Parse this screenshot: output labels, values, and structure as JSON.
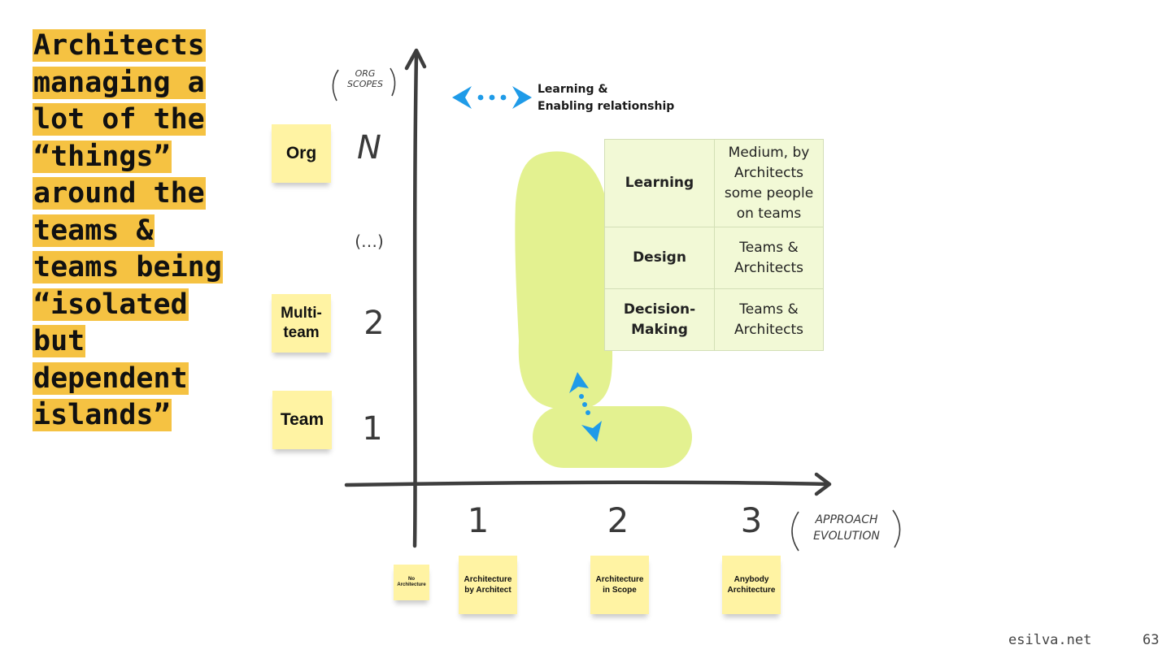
{
  "title": [
    "Architects",
    "managing a",
    "lot of the",
    "“things”",
    "around the",
    "teams &",
    "teams being",
    "“isolated",
    "but",
    "dependent",
    "islands”"
  ],
  "y_axis": {
    "label_lines": [
      "ORG",
      "SCOPES"
    ],
    "levels": [
      {
        "mark": "N",
        "sticky": "Org"
      },
      {
        "mark": "(…)",
        "sticky": ""
      },
      {
        "mark": "2",
        "sticky": "Multi-\nteam"
      },
      {
        "mark": "1",
        "sticky": "Team"
      }
    ]
  },
  "x_axis": {
    "label_lines": [
      "APPROACH",
      "EVOLUTION"
    ],
    "origin_sticky": "No\nArchitecture",
    "levels": [
      {
        "mark": "1",
        "sticky": "Architecture\nby Architect"
      },
      {
        "mark": "2",
        "sticky": "Architecture\nin Scope"
      },
      {
        "mark": "3",
        "sticky": "Anybody\nArchitecture"
      }
    ]
  },
  "legend": {
    "lines": [
      "Learning &",
      "Enabling relationship"
    ],
    "arrow_color": "#1f9be8"
  },
  "colors": {
    "blob": "#e3f190",
    "axis": "#3e3e3e",
    "highlight": "#f5c242",
    "sticky": "#fff3a3"
  },
  "table": [
    {
      "key": "Learning",
      "value": "Medium, by Architects some people on teams"
    },
    {
      "key": "Design",
      "value": "Teams & Architects"
    },
    {
      "key": "Decision-\nMaking",
      "value": "Teams & Architects"
    }
  ],
  "footer": {
    "site": "esilva.net",
    "page": "63"
  }
}
